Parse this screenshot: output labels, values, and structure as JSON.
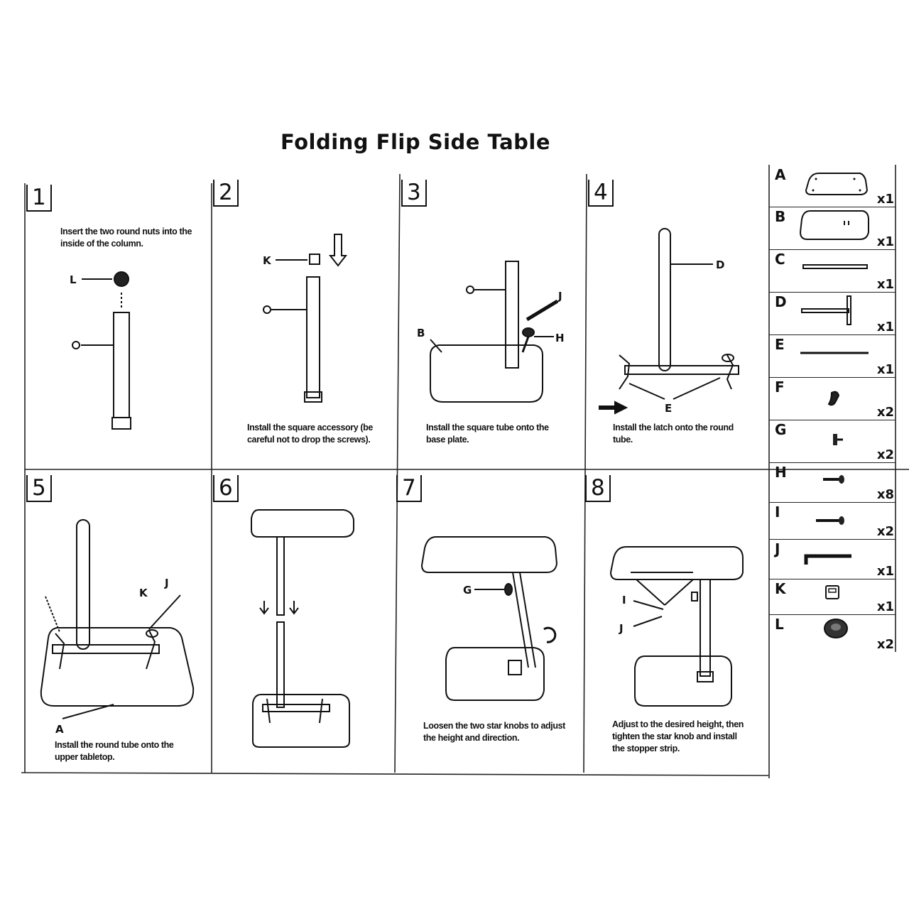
{
  "title": "Folding Flip Side Table",
  "steps": [
    {
      "number": "1",
      "text": "Insert the two round nuts into the inside of the column."
    },
    {
      "number": "2",
      "text": "Install the square accessory (be careful not to drop the screws)."
    },
    {
      "number": "3",
      "text": "Install the square tube onto the base plate."
    },
    {
      "number": "4",
      "text": "Install the latch onto the round tube."
    },
    {
      "number": "5",
      "text": "Install the round tube onto the upper tabletop."
    },
    {
      "number": "6",
      "text": ""
    },
    {
      "number": "7",
      "text": "Loosen the two star knobs to adjust the height and direction."
    },
    {
      "number": "8",
      "text": "Adjust to the desired height, then tighten the star knob and install the stopper strip."
    }
  ],
  "callouts": {
    "step1": [
      "L",
      "O"
    ],
    "step2": [
      "K",
      "O"
    ],
    "step3": [
      "O",
      "J",
      "B",
      "H"
    ],
    "step4": [
      "D",
      "E"
    ],
    "step5": [
      "K",
      "J",
      "A"
    ],
    "step7": [
      "G"
    ],
    "step8": [
      "I",
      "J"
    ]
  },
  "parts": [
    {
      "letter": "A",
      "qty": "x1",
      "icon": "tabletop-top-icon"
    },
    {
      "letter": "B",
      "qty": "x1",
      "icon": "base-plate-icon"
    },
    {
      "letter": "C",
      "qty": "x1",
      "icon": "stopper-strip-icon"
    },
    {
      "letter": "D",
      "qty": "x1",
      "icon": "round-tube-icon"
    },
    {
      "letter": "E",
      "qty": "x1",
      "icon": "latch-bar-icon"
    },
    {
      "letter": "F",
      "qty": "x2",
      "icon": "star-knob-icon"
    },
    {
      "letter": "G",
      "qty": "x2",
      "icon": "knob-bolt-icon"
    },
    {
      "letter": "H",
      "qty": "x8",
      "icon": "short-screw-icon"
    },
    {
      "letter": "I",
      "qty": "x2",
      "icon": "long-screw-icon"
    },
    {
      "letter": "J",
      "qty": "x1",
      "icon": "allen-key-icon"
    },
    {
      "letter": "K",
      "qty": "x1",
      "icon": "square-accessory-icon"
    },
    {
      "letter": "L",
      "qty": "x2",
      "icon": "round-nut-icon"
    }
  ]
}
